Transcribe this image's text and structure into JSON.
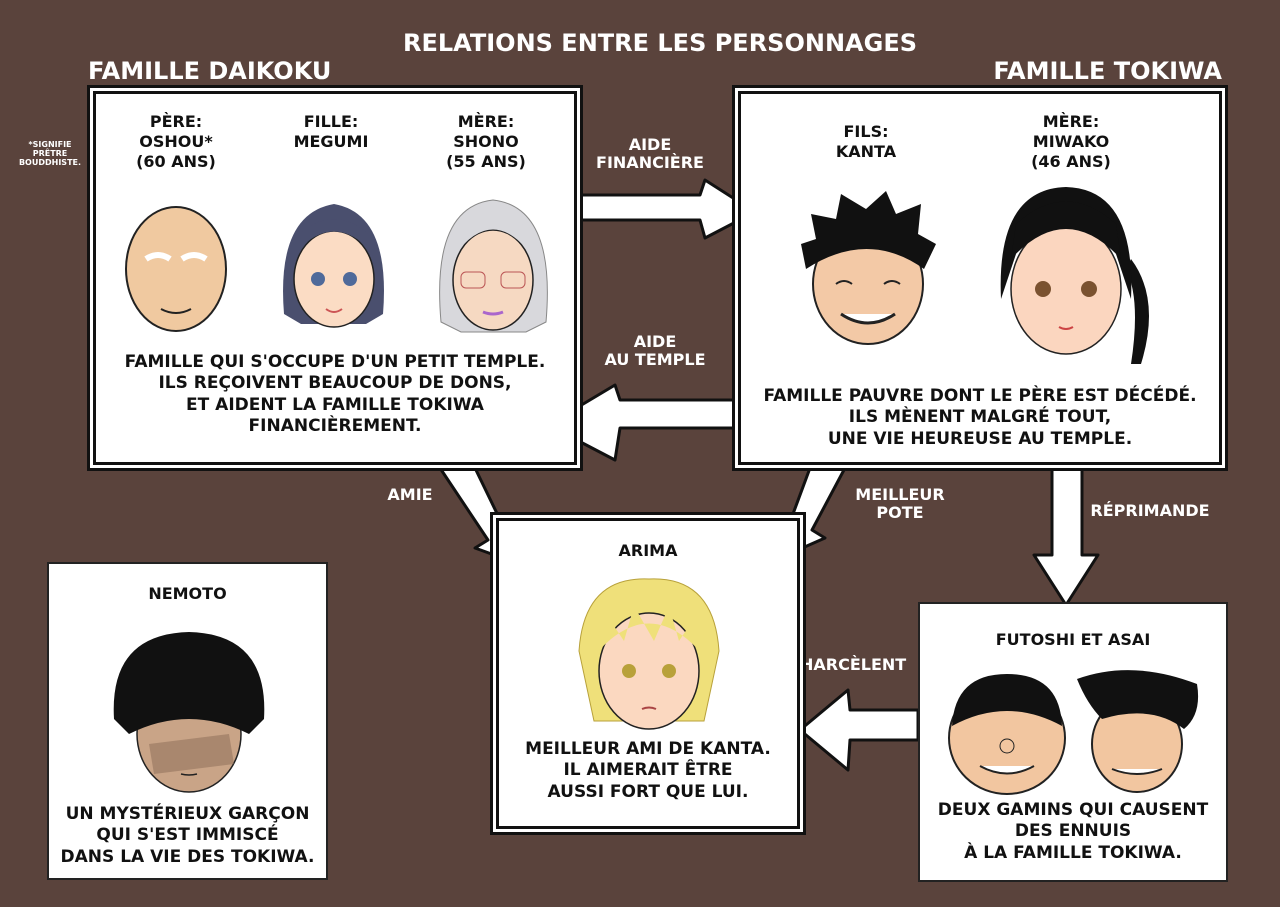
{
  "title": "RELATIONS ENTRE LES PERSONNAGES",
  "footnote": "*Signifie prêtre bouddhiste.",
  "daikoku": {
    "heading": "FAMILLE DAIKOKU",
    "members": [
      {
        "role": "PÈRE:",
        "name": "OSHOU*",
        "age": "(60 ANS)"
      },
      {
        "role": "FILLE:",
        "name": "MEGUMI",
        "age": ""
      },
      {
        "role": "MÈRE:",
        "name": "SHONO",
        "age": "(55 ANS)"
      }
    ],
    "desc": [
      "FAMILLE QUI S'OCCUPE D'UN PETIT TEMPLE.",
      "ILS REÇOIVENT BEAUCOUP DE DONS,",
      "ET AIDENT LA FAMILLE TOKIWA",
      "FINANCIÈREMENT."
    ]
  },
  "tokiwa": {
    "heading": "FAMILLE TOKIWA",
    "members": [
      {
        "role": "FILS:",
        "name": "KANTA",
        "age": ""
      },
      {
        "role": "MÈRE:",
        "name": "MIWAKO",
        "age": "(46 ANS)"
      }
    ],
    "desc": [
      "FAMILLE PAUVRE DONT LE PÈRE EST DÉCÉDÉ.",
      "ILS MÈNENT MALGRÉ TOUT,",
      "UNE VIE HEUREUSE AU TEMPLE."
    ]
  },
  "arima": {
    "name": "ARIMA",
    "desc": [
      "MEILLEUR AMI DE KANTA.",
      "IL AIMERAIT ÊTRE",
      "AUSSI FORT QUE LUI."
    ]
  },
  "nemoto": {
    "name": "NEMOTO",
    "desc": [
      "UN MYSTÉRIEUX GARÇON",
      "QUI S'EST IMMISCÉ",
      "DANS LA VIE DES TOKIWA."
    ]
  },
  "futoshi": {
    "name": "FUTOSHI ET ASAI",
    "desc": [
      "DEUX GAMINS QUI CAUSENT",
      "DES ENNUIS",
      "À LA FAMILLE TOKIWA."
    ]
  },
  "relations": {
    "aide_fin": [
      "AIDE",
      "FINANCIÈRE"
    ],
    "aide_temple": [
      "AIDE",
      "AU TEMPLE"
    ],
    "amie": "AMIE",
    "meilleur_pote": [
      "MEILLEUR",
      "POTE"
    ],
    "reprimande": "RÉPRIMANDE",
    "harcelent": "HARCÈLENT"
  }
}
